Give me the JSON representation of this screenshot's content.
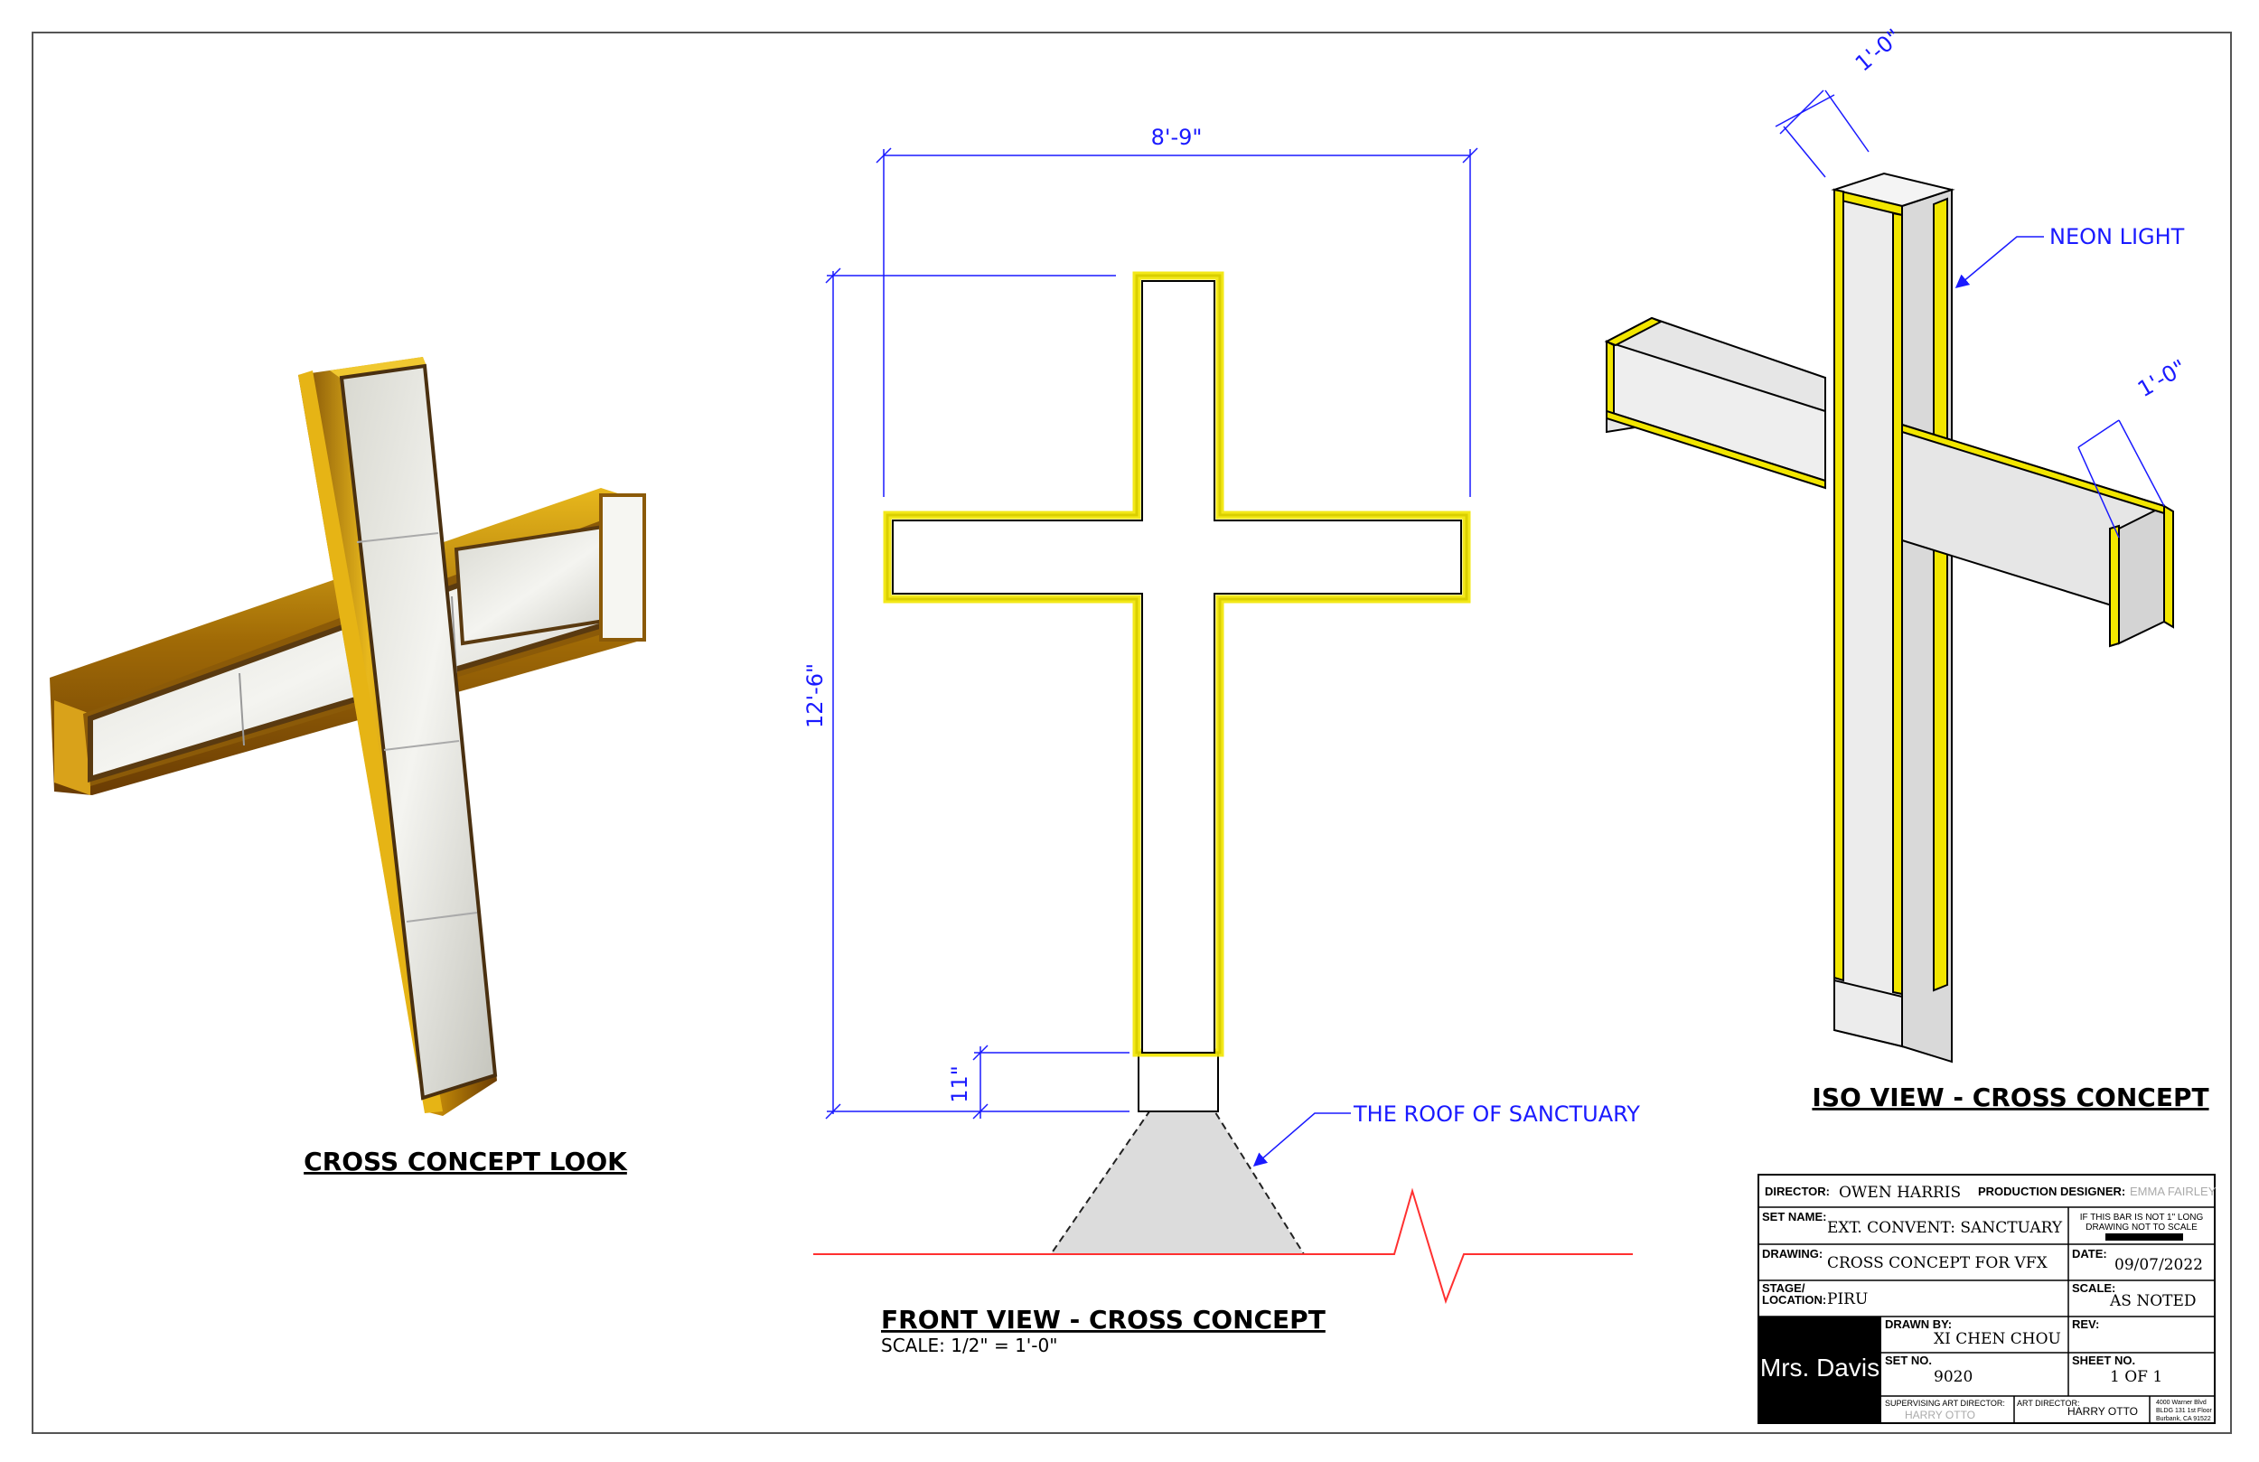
{
  "views": {
    "concept_look": {
      "title": "CROSS CONCEPT LOOK"
    },
    "front_view": {
      "title": "FRONT VIEW - CROSS CONCEPT",
      "scale": "SCALE: 1/2\" = 1'-0\"",
      "dim_width": "8'-9\"",
      "dim_height": "12'-6\"",
      "dim_base": "11\"",
      "roof_callout": "THE ROOF OF SANCTUARY"
    },
    "iso_view": {
      "title": "ISO VIEW - CROSS CONCEPT",
      "neon_callout": "NEON LIGHT",
      "dim_top": "1'-0\"",
      "dim_arm": "1'-0\""
    }
  },
  "title_block": {
    "director_label": "DIRECTOR:",
    "director": "OWEN HARRIS",
    "pd_label": "PRODUCTION DESIGNER:",
    "pd": "EMMA FAIRLEY",
    "set_name_label": "SET NAME:",
    "set_name": "EXT. CONVENT: SANCTUARY",
    "scale_note": [
      "IF THIS BAR IS NOT 1\" LONG",
      "DRAWING NOT TO SCALE"
    ],
    "drawing_label": "DRAWING:",
    "drawing": "CROSS CONCEPT FOR VFX",
    "date_label": "DATE:",
    "date": "09/07/2022",
    "stage_label_1": "STAGE/",
    "stage_label_2": "LOCATION:",
    "stage": "PIRU",
    "scale_label": "SCALE:",
    "scale": "AS NOTED",
    "logo": "Mrs. Davis",
    "drawn_by_label": "DRAWN BY:",
    "drawn_by": "XI CHEN CHOU",
    "rev_label": "REV:",
    "set_no_label": "SET NO.",
    "set_no": "9020",
    "sheet_no_label": "SHEET NO.",
    "sheet_no": "1 OF 1",
    "sup_ad_label": "SUPERVISING ART DIRECTOR:",
    "sup_ad": "HARRY OTTO",
    "ad_label": "ART DIRECTOR:",
    "ad": "HARRY OTTO",
    "address": [
      "4000 Warner Blvd",
      "BLDG 131 1st Floor",
      "Burbank, CA 91522"
    ]
  },
  "colors": {
    "neon": "#f2e600",
    "dimension": "#1a1aff",
    "ground_line": "#ff3030",
    "gold": "#c8960a"
  }
}
